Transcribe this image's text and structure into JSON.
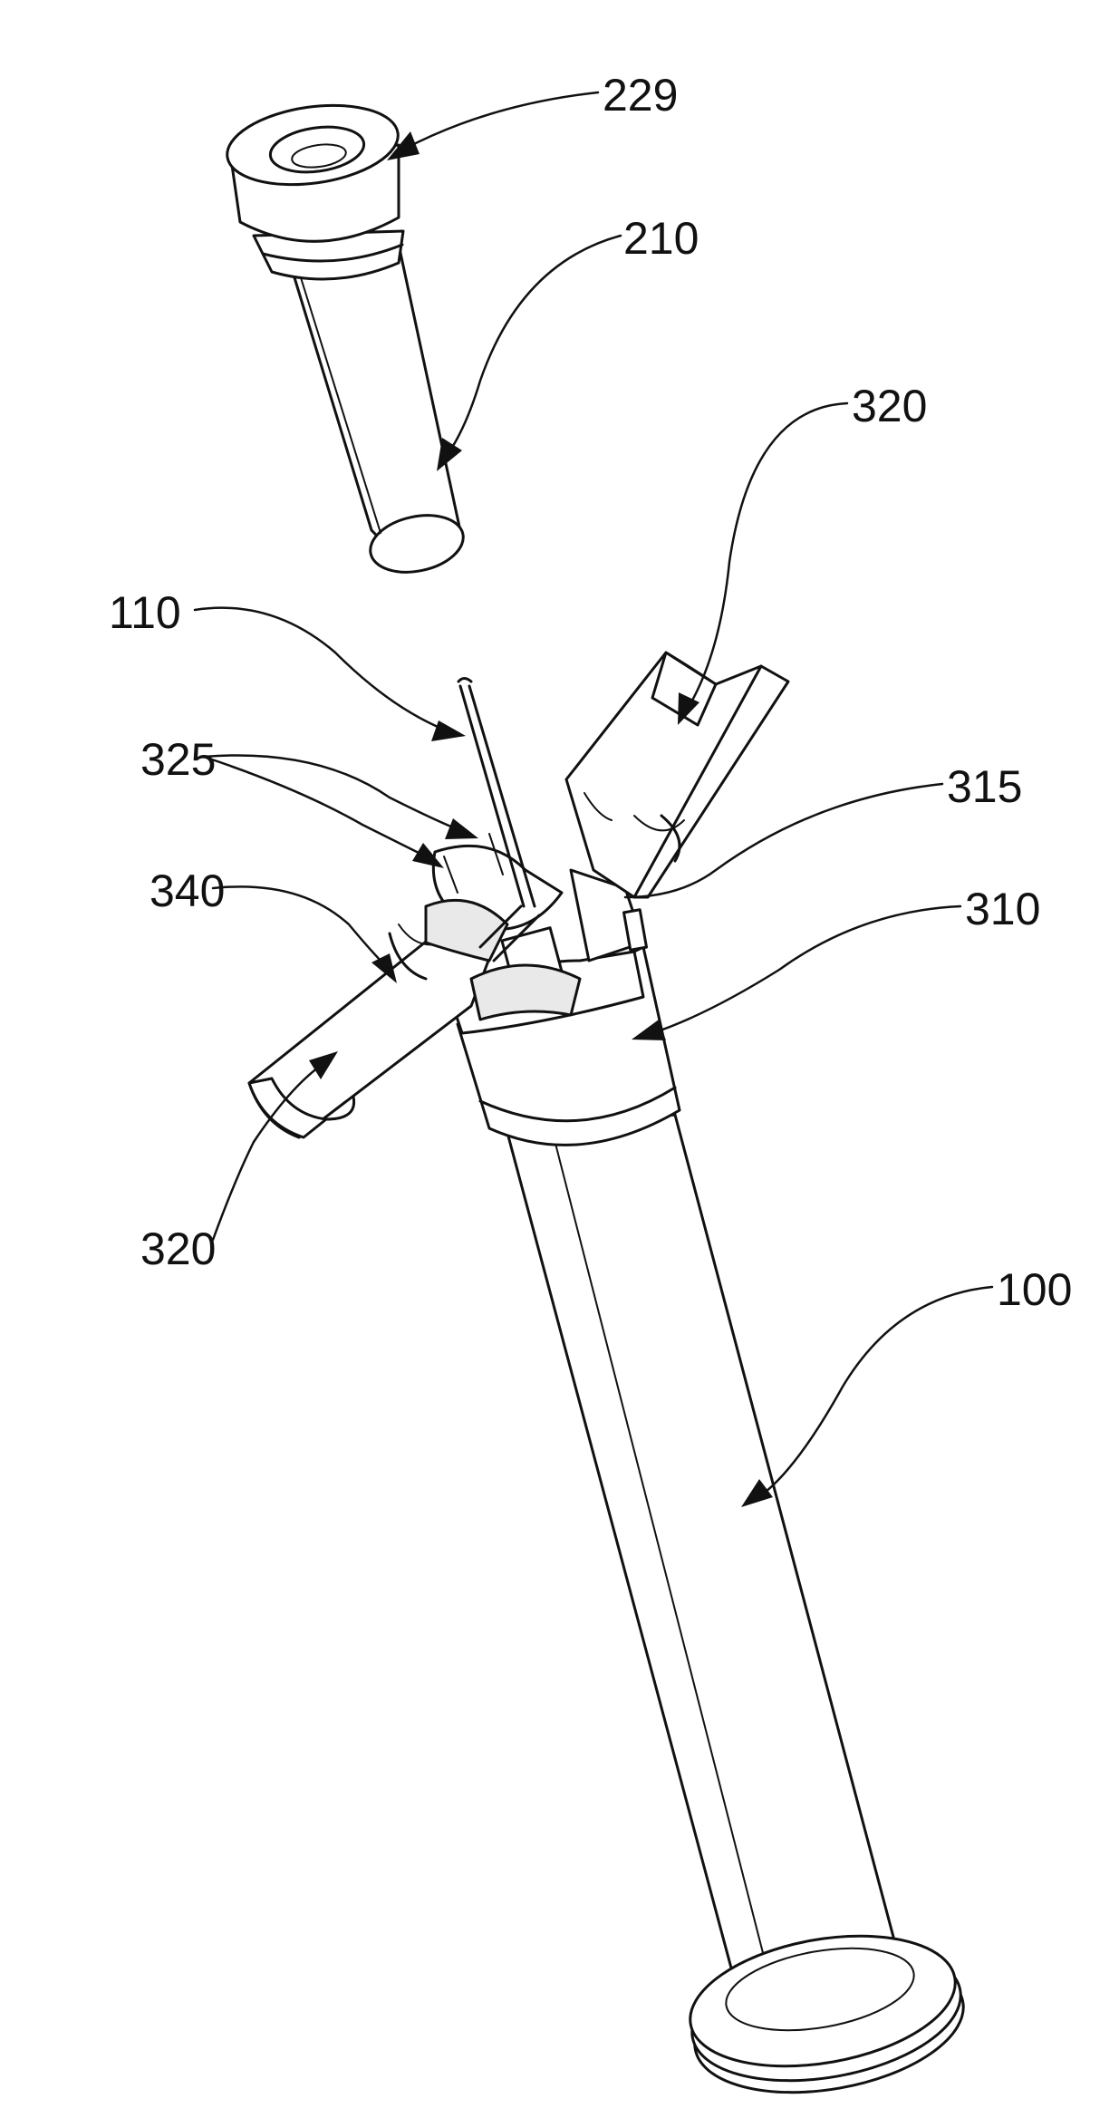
{
  "figure": {
    "labels": {
      "cap": "229",
      "tube": "210",
      "flange_upper": "320",
      "needle": "110",
      "notches": "325",
      "slot": "315",
      "recess": "340",
      "hub": "310",
      "flange_lower": "320",
      "barrel": "100"
    }
  }
}
